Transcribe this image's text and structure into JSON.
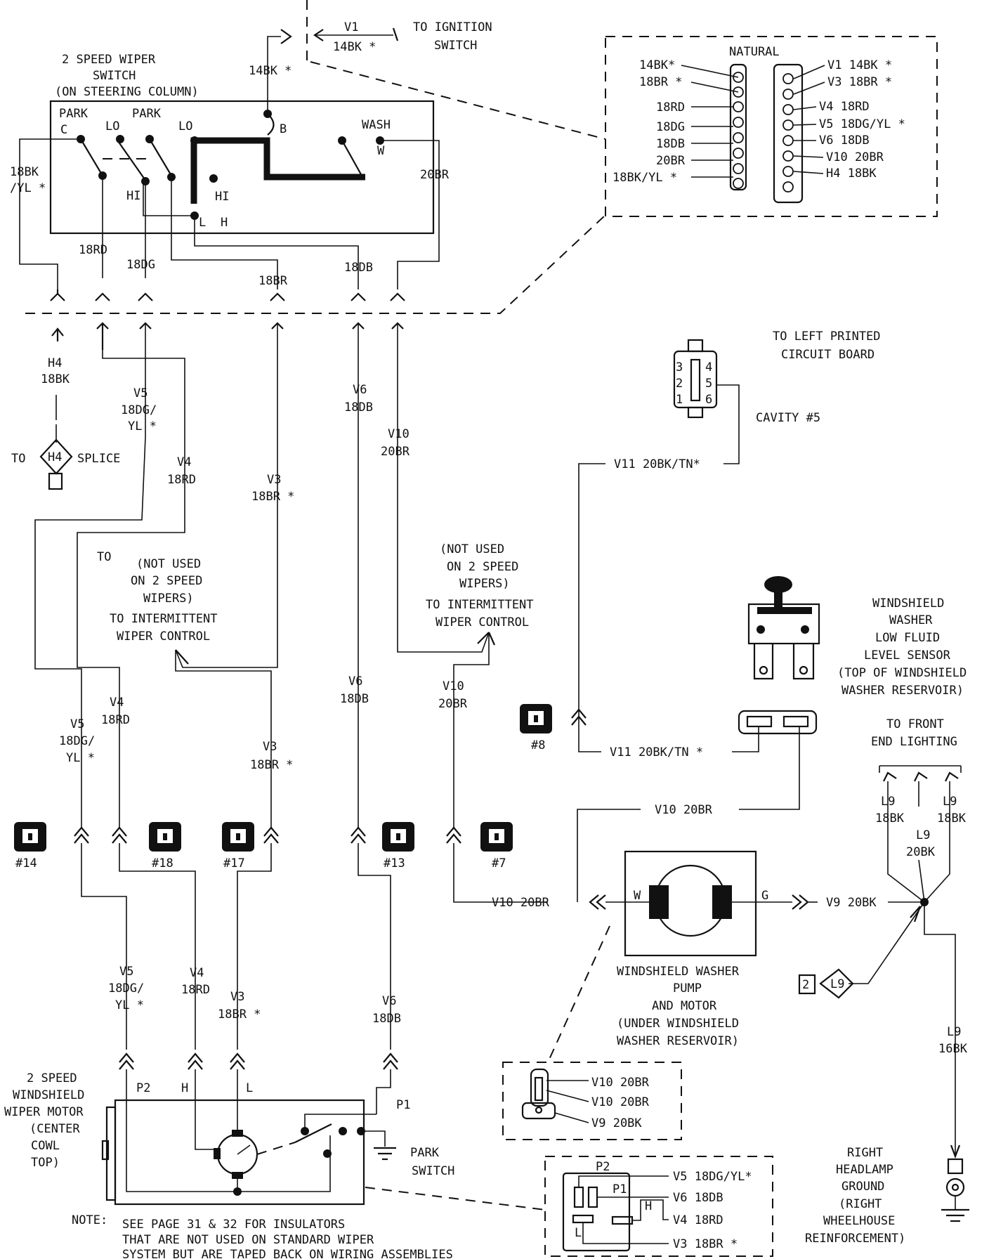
{
  "switch": {
    "title": [
      "2 SPEED WIPER",
      "SWITCH",
      "(ON STEERING COLUMN)"
    ],
    "labels": {
      "park1": "PARK",
      "c": "C",
      "lo1": "LO",
      "park2": "PARK",
      "lo2": "LO",
      "b": "B",
      "wash": "WASH",
      "w": "W",
      "hi1": "HI",
      "hi2": "HI",
      "l": "L",
      "h": "H"
    },
    "wires": {
      "bkyl1": "18BK",
      "bkyl2": "/YL *",
      "rd": "18RD",
      "dg": "18DG",
      "br": "18BR",
      "db": "18DB",
      "br20": "20BR",
      "bk14": "14BK *"
    }
  },
  "ignition": {
    "v1": "V1",
    "wire": "14BK *",
    "to1": "TO IGNITION",
    "to2": "SWITCH"
  },
  "natural_connector": {
    "title": "NATURAL",
    "left": [
      "14BK*",
      "18BR *",
      "18RD",
      "18DG",
      "18DB",
      "20BR",
      "18BK/YL *"
    ],
    "right": [
      "V1  14BK  *",
      "V3  18BR  *",
      "V4  18RD",
      "V5  18DG/YL     *",
      "V6  18DB",
      "V10  20BR",
      "H4  18BK"
    ]
  },
  "h4_splice": {
    "h4": "H4",
    "wire": "18BK",
    "to": "TO",
    "diamond": "H4",
    "splice": "SPLICE"
  },
  "mid_wires": {
    "v5": [
      "V5",
      "18DG/",
      "YL *"
    ],
    "v4": [
      "V4",
      "18RD"
    ],
    "v3": [
      "V3",
      "18BR *"
    ],
    "v6": [
      "V6",
      "18DB"
    ],
    "v10": [
      "V10",
      "20BR"
    ]
  },
  "not_used_left": [
    "TO",
    "(NOT USED",
    "ON 2 SPEED",
    "WIPERS)",
    "TO INTERMITTENT",
    "WIPER CONTROL"
  ],
  "not_used_right": [
    "(NOT USED",
    "ON 2 SPEED",
    "WIPERS)",
    "TO INTERMITTENT",
    "WIPER CONTROL"
  ],
  "lower_wires": {
    "v5": [
      "V5",
      "18DG/",
      "YL *"
    ],
    "v4": [
      "V4",
      "18RD"
    ],
    "v3": [
      "V3",
      "18BR *"
    ],
    "v6": [
      "V6",
      "18DB"
    ],
    "v10": [
      "V10",
      "20BR"
    ]
  },
  "connectors": [
    "#14",
    "#18",
    "#17",
    "#13",
    "#7",
    "#8"
  ],
  "bottom_wires": {
    "v5": [
      "V5",
      "18DG/",
      "YL *"
    ],
    "v4": [
      "V4",
      "18RD"
    ],
    "v3": [
      "V3",
      "18BR *"
    ],
    "v6": [
      "V6",
      "18DB"
    ]
  },
  "wiper_motor": {
    "title": [
      "2 SPEED",
      "WINDSHIELD",
      "WIPER MOTOR",
      "(CENTER",
      "COWL",
      "TOP)"
    ],
    "p2": "P2",
    "h": "H",
    "l": "L",
    "p1": "P1",
    "park_switch": [
      "PARK",
      "SWITCH"
    ]
  },
  "circuit_board": {
    "title": [
      "TO LEFT PRINTED",
      "CIRCUIT BOARD"
    ],
    "cavity": "CAVITY #5",
    "pins": [
      "3",
      "4",
      "2",
      "5",
      "1",
      "6"
    ],
    "wire": "V11 20BK/TN*"
  },
  "fluid_sensor": {
    "title": [
      "WINDSHIELD",
      "WASHER",
      "LOW FLUID",
      "LEVEL SENSOR",
      "(TOP OF WINDSHIELD",
      "WASHER RESERVOIR)"
    ],
    "wire": "V11 20BK/TN  *"
  },
  "pump": {
    "v10_top": "V10 20BR",
    "v10_left": "V10 20BR",
    "v9": "V9 20BK",
    "w": "W",
    "g": "G",
    "title": [
      "WINDSHIELD WASHER",
      "PUMP",
      "AND MOTOR",
      "(UNDER WINDSHIELD",
      "WASHER RESERVOIR)"
    ]
  },
  "front_lighting": {
    "title": [
      "TO FRONT",
      "END LIGHTING"
    ],
    "l9a": [
      "L9",
      "18BK"
    ],
    "l9b": [
      "L9",
      "18BK"
    ],
    "l9c": [
      "L9",
      "20BK"
    ],
    "diamond": [
      "2",
      "L9"
    ],
    "l9d": [
      "L9",
      "16BK"
    ],
    "ground": [
      "RIGHT",
      "HEADLAMP",
      "GROUND",
      "(RIGHT",
      "WHEELHOUSE",
      "REINFORCEMENT)"
    ]
  },
  "pump_connector": [
    "V10 20BR",
    "V10 20BR",
    "V9 20BK"
  ],
  "motor_connector": {
    "p2": "P2",
    "p1": "P1",
    "h": "H",
    "l": "L",
    "wires": [
      "V5  18DG/YL*",
      "V6  18DB",
      "V4  18RD",
      "V3  18BR  *"
    ]
  },
  "note": {
    "label": "NOTE:",
    "lines": [
      "SEE PAGE 31 & 32 FOR INSULATORS",
      "THAT ARE NOT USED ON STANDARD WIPER",
      "SYSTEM BUT ARE TAPED BACK ON WIRING ASSEMBLIES"
    ]
  }
}
